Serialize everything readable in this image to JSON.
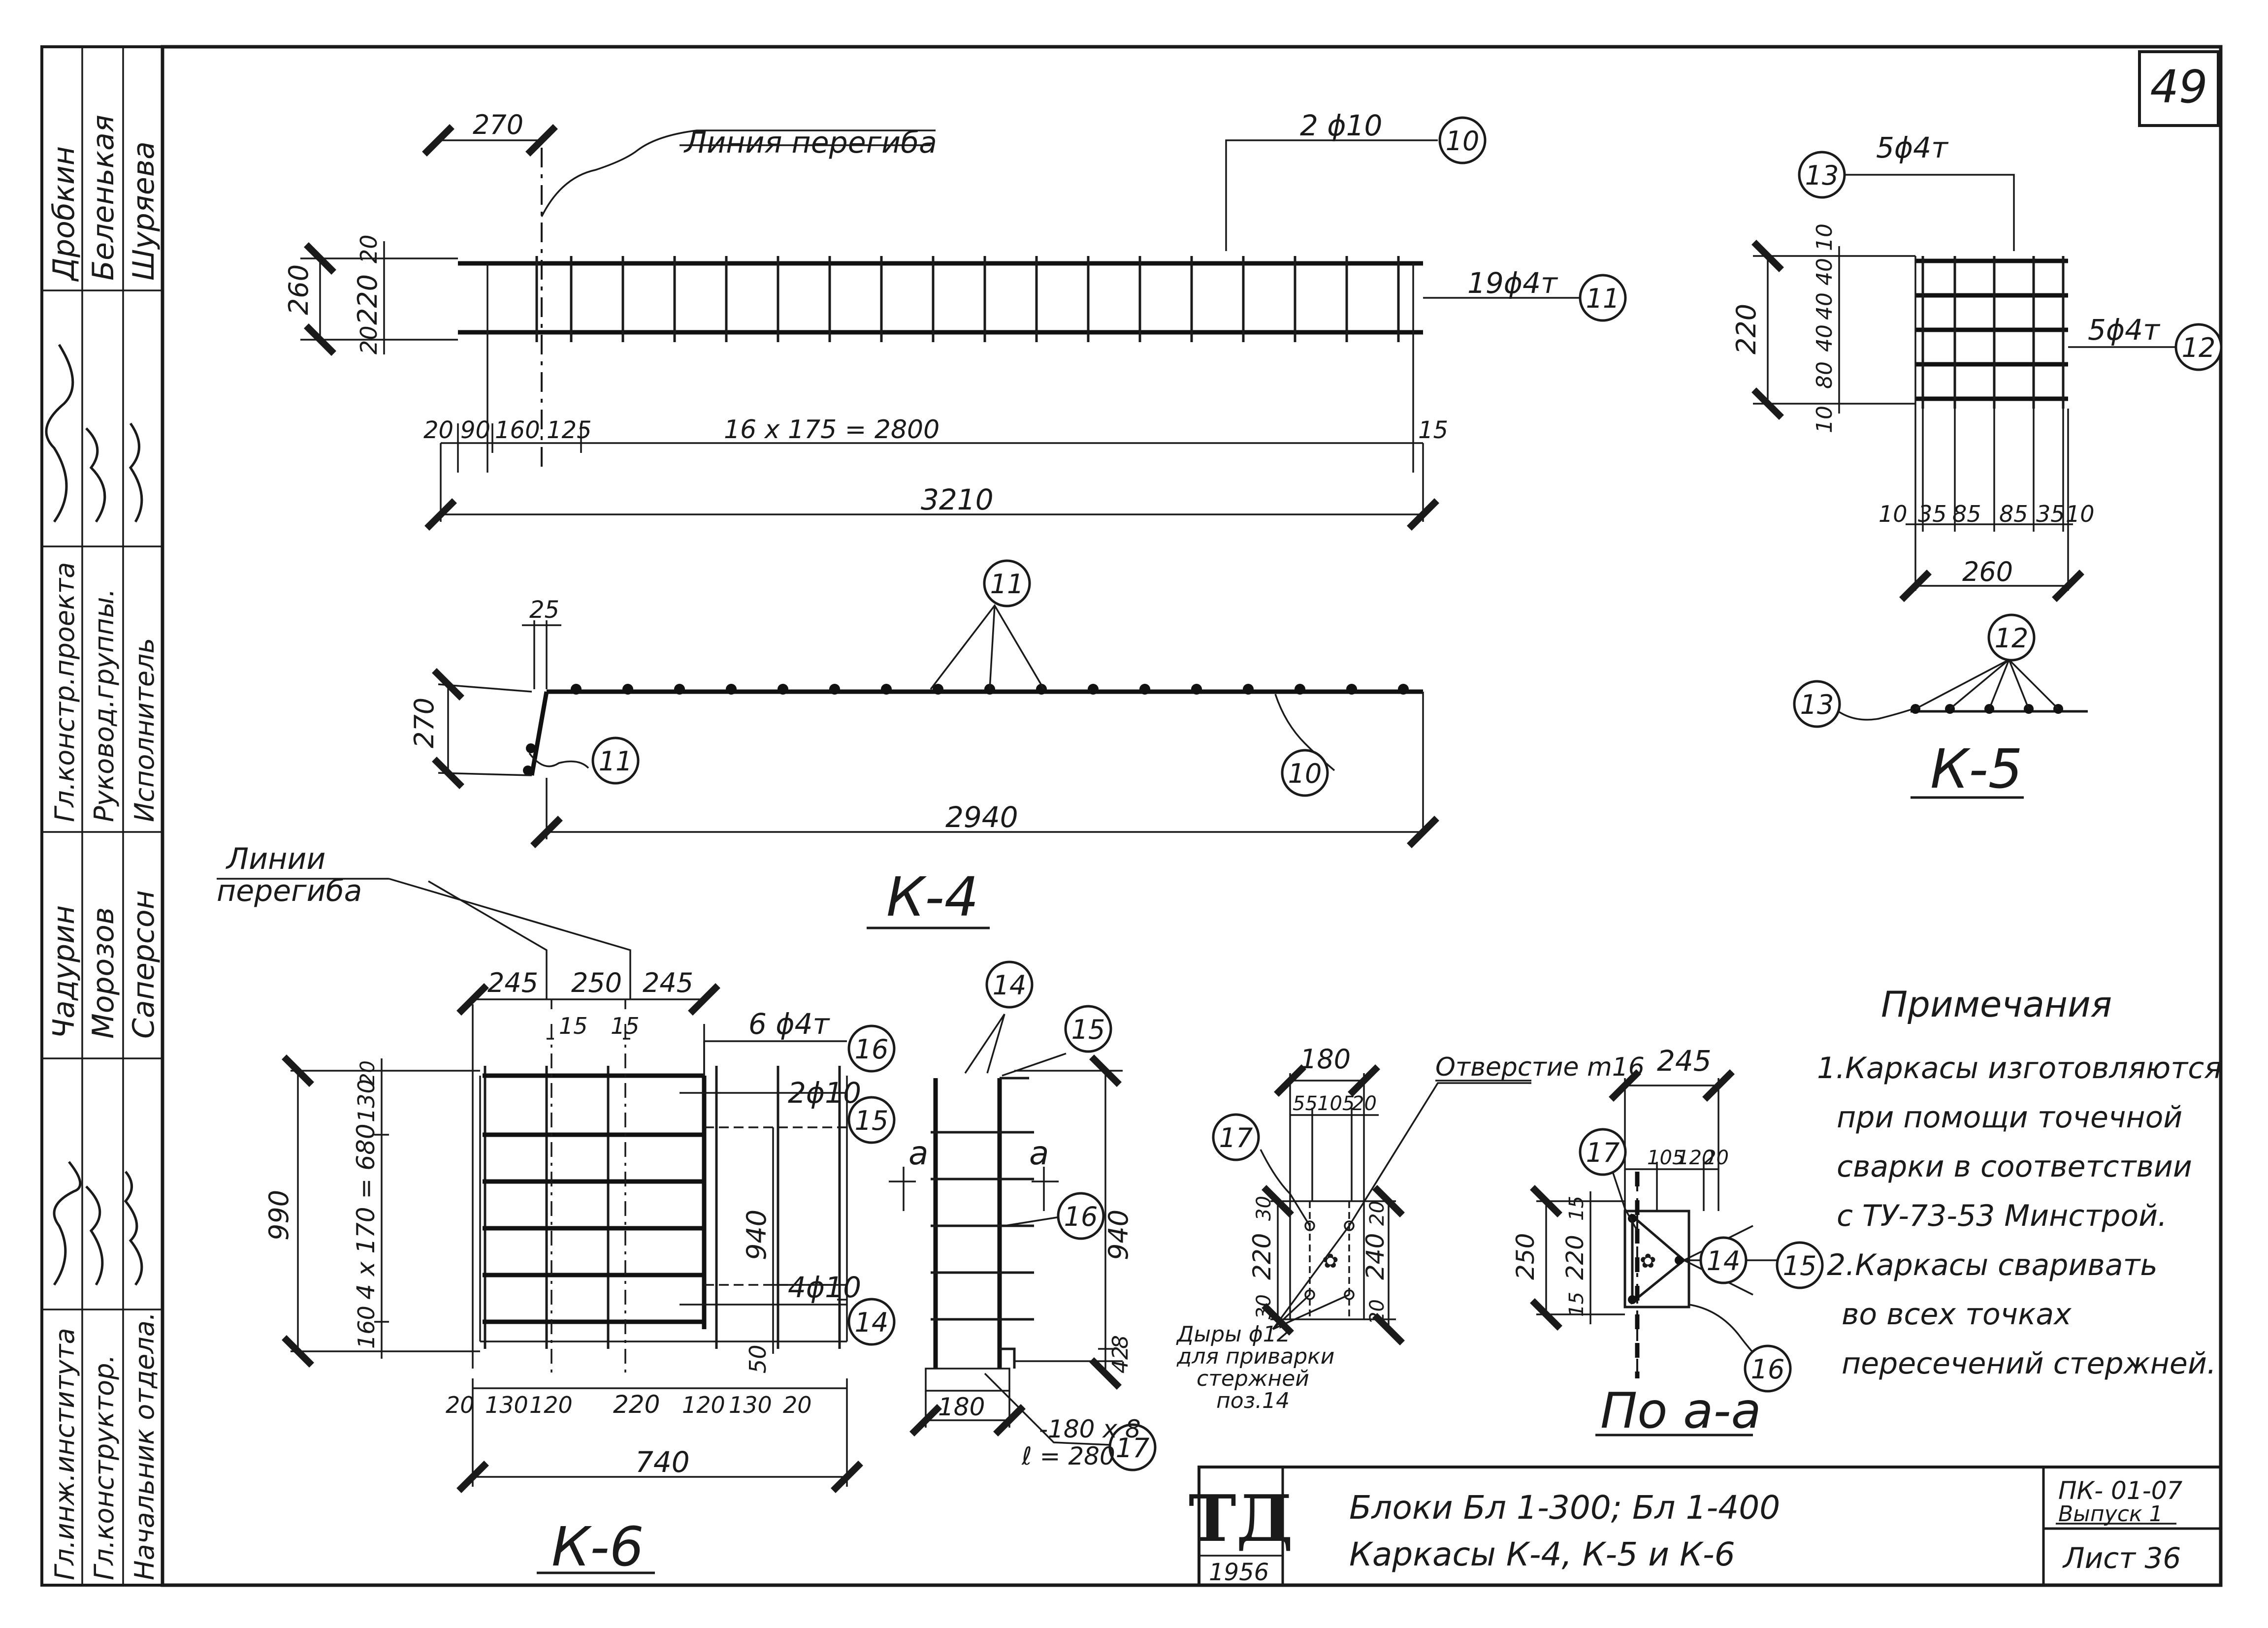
{
  "sheet_number": "49",
  "stamp_rows": [
    {
      "role": "Гл.инж.института",
      "name": "Чадурин"
    },
    {
      "role": "Гл.констр.проекта",
      "name": "Дробкин"
    },
    {
      "role": "Гл.конструктор.",
      "name": "Морозов"
    },
    {
      "role": "Руковод.группы.",
      "name": "Беленькая"
    },
    {
      "role": "Начальник отдела.",
      "name": "Саперсон"
    },
    {
      "role": "Исполнитель",
      "name": "Шуряева"
    }
  ],
  "k4": {
    "title": "К-4",
    "bend_line_label": "Линия перегиба",
    "bar_top": "2 ϕ10",
    "bar_stirrups": "19ϕ4т",
    "top_dims": [
      "270"
    ],
    "height_dims": [
      "260",
      "20",
      "220",
      "20"
    ],
    "bottom_dims": [
      "20",
      "90",
      "160",
      "125",
      "16 х 175 = 2800",
      "15"
    ],
    "overall": "3210",
    "elev_dims": {
      "top": "25",
      "height": "270",
      "length": "2940"
    },
    "marks": {
      "m10": "10",
      "m11": "11"
    }
  },
  "k5": {
    "title": "К-5",
    "bar_top": "5ϕ4т",
    "bar_side": "5ϕ4т",
    "height": "220",
    "v_dims": [
      "10",
      "40",
      "40",
      "40",
      "80",
      "10"
    ],
    "h_dims": [
      "10",
      "35",
      "85",
      "85",
      "35",
      "10"
    ],
    "width": "260",
    "marks": {
      "m12": "12",
      "m13": "13"
    }
  },
  "k6": {
    "title": "К-6",
    "bend_lines_label": [
      "Линии",
      "перегиба"
    ],
    "top_dims": [
      "245",
      "250",
      "245"
    ],
    "inner_dims": [
      "15",
      "15"
    ],
    "bars": {
      "b16": "6 ϕ4т",
      "b15": "2ϕ10",
      "b14": "4ϕ10"
    },
    "left_dims": {
      "overall": "990",
      "top": "130",
      "top2": "20",
      "mid": "4 х 170 = 680",
      "bottom": "160"
    },
    "right_dims": {
      "h": "940",
      "b": "50"
    },
    "bottom_dims": [
      "20",
      "130",
      "120",
      "220",
      "120",
      "130",
      "20"
    ],
    "width": "740",
    "marks": {
      "m14": "14",
      "m15": "15",
      "m16": "16",
      "m17": "17"
    }
  },
  "side_view": {
    "section_mark": "а",
    "right_dims": [
      "940",
      "8",
      "42"
    ],
    "bottom_dim": "180",
    "plate": [
      "-180 х 8",
      "ℓ = 280"
    ]
  },
  "plate_detail": {
    "width": "180",
    "sub_dims": [
      "55",
      "105",
      "20"
    ],
    "hole_label": "Отверстие m16",
    "left_dims": [
      "30",
      "220",
      "30"
    ],
    "right_dims": [
      "240",
      "20",
      "20"
    ],
    "holes_note": [
      "Дыры ϕ12",
      "для приварки",
      "стержней",
      "поз.14"
    ]
  },
  "section_aa": {
    "title": "По а-а",
    "width": "245",
    "sub_dims": [
      "105",
      "120",
      "20"
    ],
    "left_dims": [
      "250",
      "15",
      "220",
      "15"
    ]
  },
  "notes": {
    "title": "Примечания",
    "lines": [
      "1.Каркасы изготовляются",
      "при помощи точечной",
      "сварки в соответствии",
      "с ТУ-73-53 Минстрой.",
      "2.Каркасы сваривать",
      "во всех точках",
      "пересечений стержней."
    ]
  },
  "title_block": {
    "logo": "ТД",
    "year": "1956",
    "line1": "Блоки Бл 1-300; Бл 1-400",
    "line2": "Каркасы К-4, К-5 и К-6",
    "code": "ПК- 01-07",
    "issue": "Выпуск 1",
    "sheet": "Лист 36"
  }
}
